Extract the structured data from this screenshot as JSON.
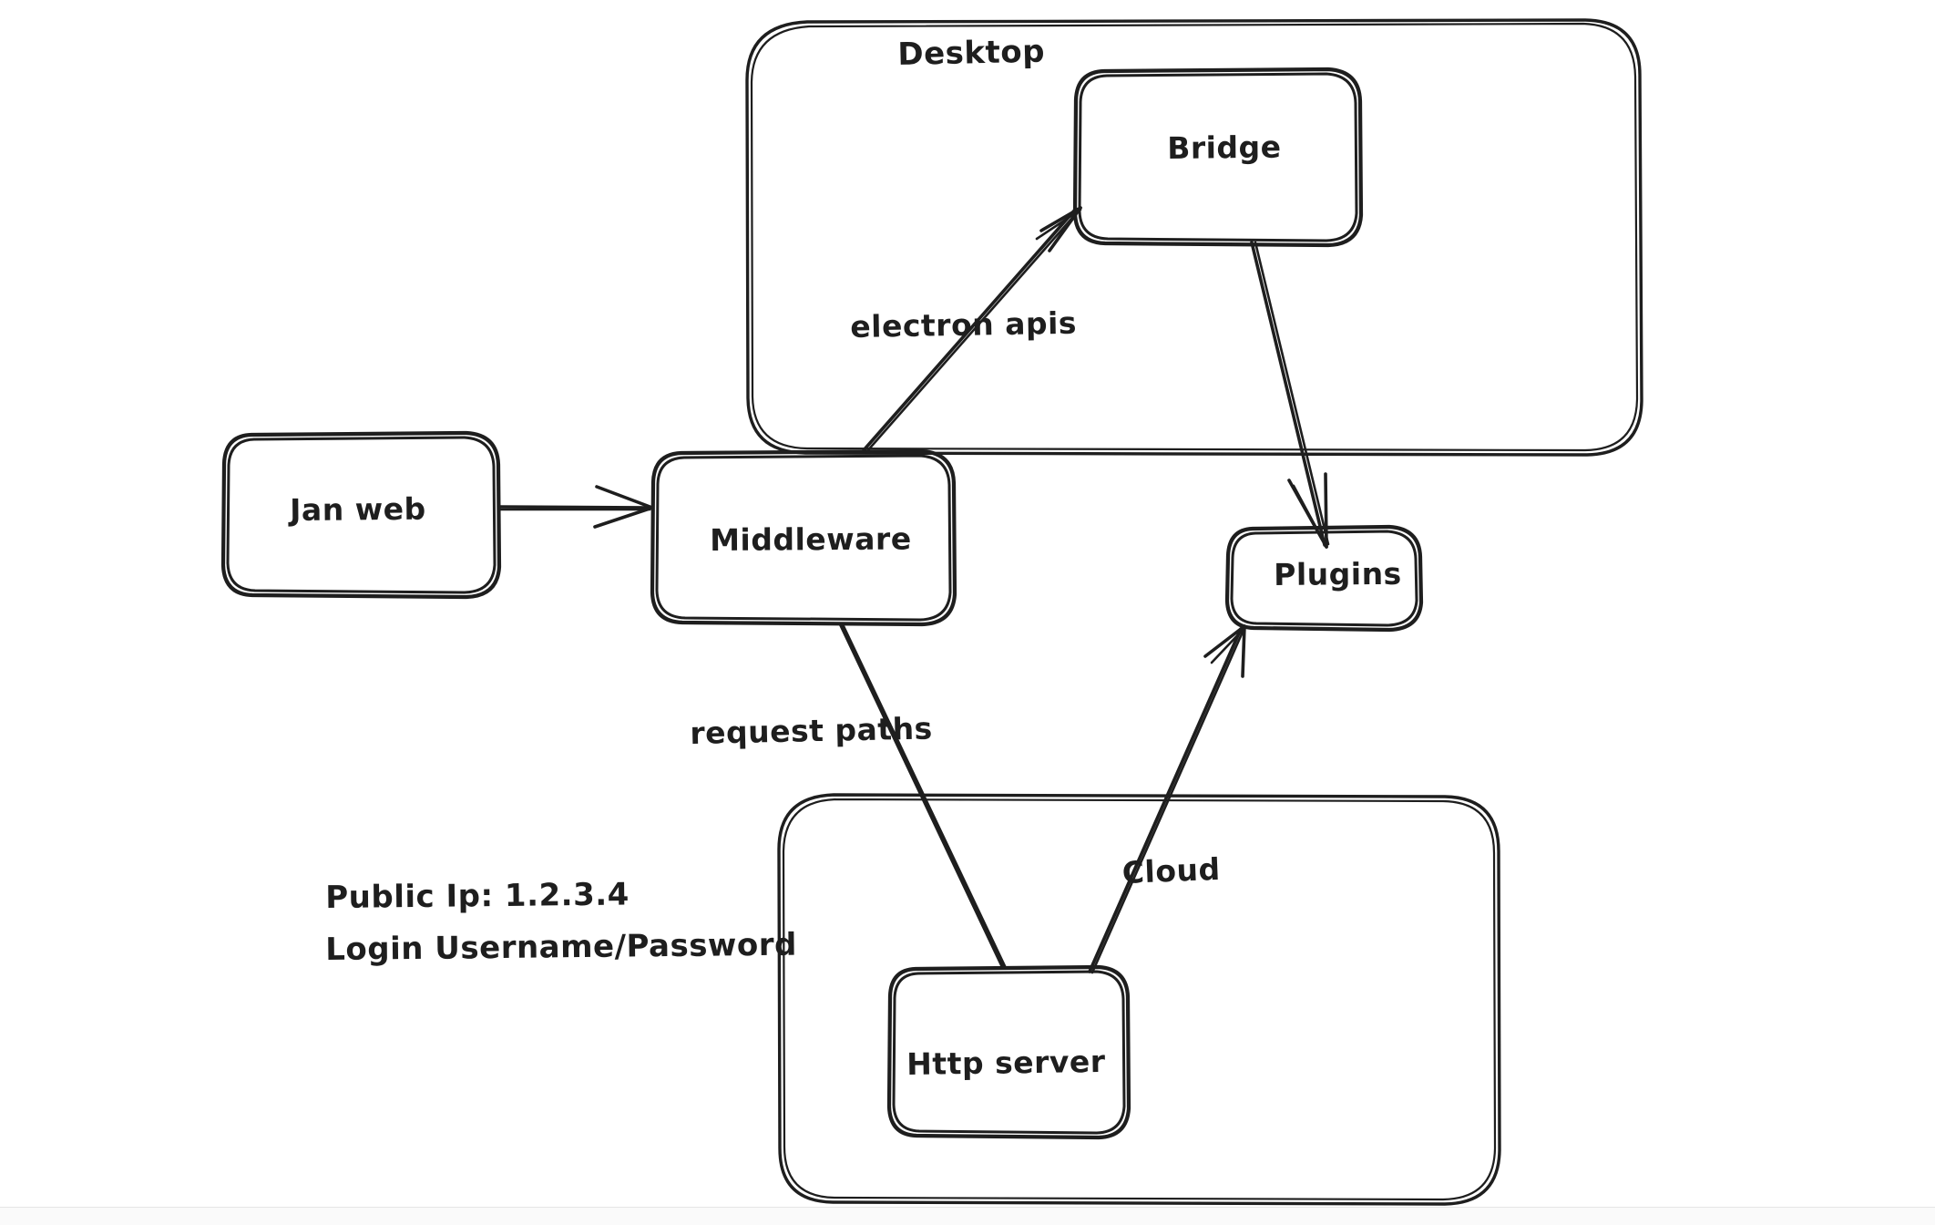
{
  "diagram": {
    "title": "Jan architecture sketch",
    "style": "hand-drawn",
    "stroke_color": "#1e1e1e",
    "background_color": "#ffffff",
    "groups": [
      {
        "id": "desktop",
        "label": "Desktop"
      },
      {
        "id": "cloud",
        "label": ""
      }
    ],
    "nodes": [
      {
        "id": "jan-web",
        "label": "Jan web"
      },
      {
        "id": "middleware",
        "label": "Middleware"
      },
      {
        "id": "bridge",
        "label": "Bridge"
      },
      {
        "id": "plugins",
        "label": "Plugins"
      },
      {
        "id": "http-server",
        "label": "Http server"
      }
    ],
    "edges": [
      {
        "id": "jan-web-to-middleware",
        "label": "",
        "from": "jan-web",
        "to": "middleware"
      },
      {
        "id": "middleware-to-bridge",
        "label": "electron apis",
        "from": "middleware",
        "to": "bridge"
      },
      {
        "id": "bridge-to-plugins",
        "label": "",
        "from": "bridge",
        "to": "plugins"
      },
      {
        "id": "middleware-to-http-server",
        "label": "request paths",
        "from": "middleware",
        "to": "http-server"
      },
      {
        "id": "http-server-to-plugins",
        "label": "Cloud",
        "from": "http-server",
        "to": "plugins"
      }
    ],
    "notes": {
      "public_ip_line": "Public Ip: 1.2.3.4",
      "login_line": "Login Username/Password"
    }
  }
}
